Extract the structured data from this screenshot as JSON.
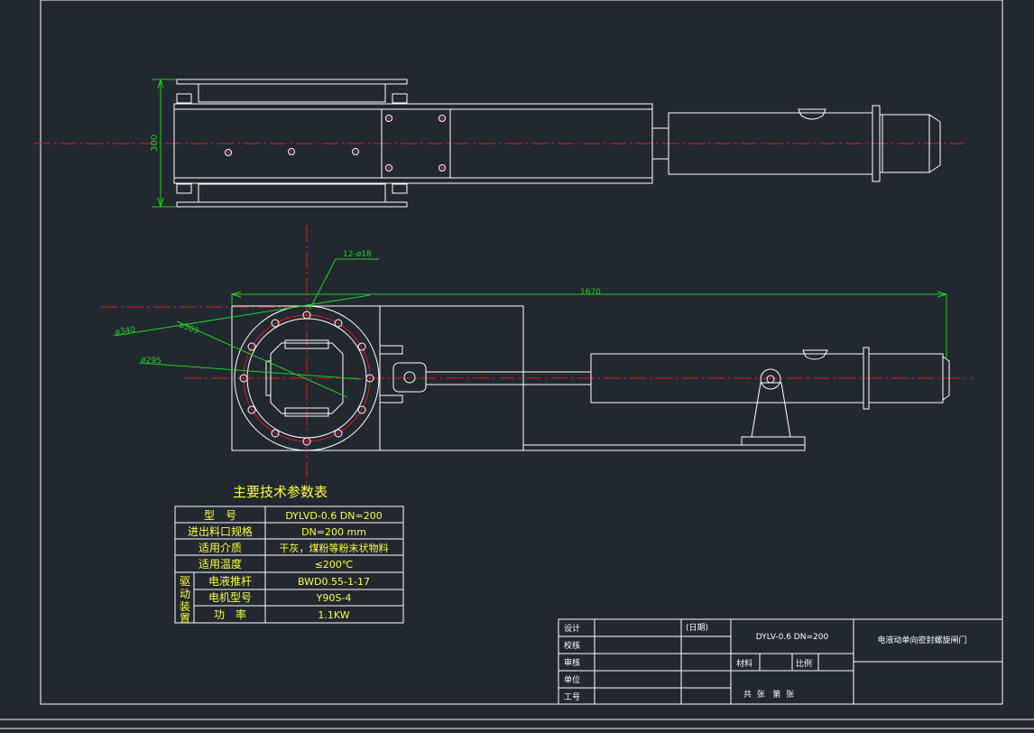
{
  "drawing": {
    "dimensions": {
      "height_300": "300",
      "holes": "12-ø18",
      "length_1670": "1670",
      "dia_340": "ø340",
      "dia_309": "ø309",
      "dia_295": "ø295"
    },
    "table": {
      "title": "主要技术参数表",
      "rows": [
        {
          "label": "型　号",
          "value": "DYLVD-0.6 DN=200"
        },
        {
          "label": "进出料口规格",
          "value": "DN=200  mm"
        },
        {
          "label": "适用介质",
          "value": "干灰，煤粉等粉末状物料"
        },
        {
          "label": "适用温度",
          "value": "≤200℃"
        }
      ],
      "drive_group_label": [
        "驱",
        "动",
        "装",
        "置"
      ],
      "drive_rows": [
        {
          "label": "电液推杆",
          "value": "BWD0.55-1-17"
        },
        {
          "label": "电机型号",
          "value": "Y90S-4"
        },
        {
          "label": "功　率",
          "value": "1.1KW"
        }
      ]
    },
    "title_block": {
      "left_labels": [
        "设计",
        "校核",
        "审核",
        "单位",
        "工号"
      ],
      "date_label": "(日期)",
      "model": "DYLV-0.6 DN=200",
      "name": "电液动单向密封螺旋闸门",
      "material_label": "材料",
      "scale_label": "比例",
      "sheets_label": "共  张   第  张"
    },
    "colors": {
      "background": "#212830",
      "lines": "#ffffff",
      "centerline": "#e01818",
      "dimension": "#20d020",
      "table_text": "#ffff3a"
    }
  }
}
